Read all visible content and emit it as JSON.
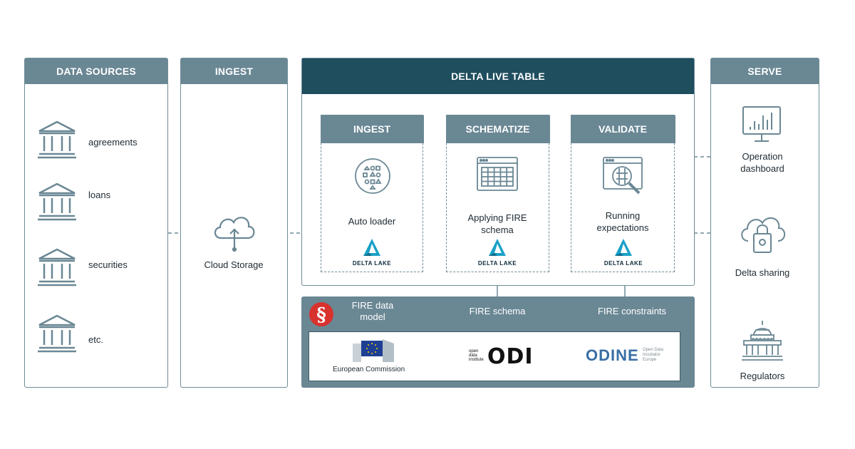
{
  "panels": {
    "data_sources": "DATA SOURCES",
    "ingest": "INGEST",
    "delta_live_table": "DELTA LIVE TABLE",
    "serve": "SERVE"
  },
  "sources": [
    {
      "label": "agreements",
      "icon": "bank-icon"
    },
    {
      "label": "loans",
      "icon": "bank-icon"
    },
    {
      "label": "securities",
      "icon": "bank-icon"
    },
    {
      "label": "etc.",
      "icon": "bank-icon"
    }
  ],
  "ingest_panel": {
    "label": "Cloud Storage",
    "icon": "cloud-upload-icon"
  },
  "stages": [
    {
      "title": "INGEST",
      "label": "Auto loader",
      "icon": "shapes-grid-icon",
      "badge": "DELTA LAKE"
    },
    {
      "title": "SCHEMATIZE",
      "label": "Applying FIRE schema",
      "icon": "table-window-icon",
      "badge": "DELTA LAKE"
    },
    {
      "title": "VALIDATE",
      "label": "Running expectations",
      "icon": "magnifier-window-icon",
      "badge": "DELTA LAKE"
    }
  ],
  "fire": {
    "model_label": "FIRE data model",
    "schema_label": "FIRE schema",
    "constraints_label": "FIRE constraints",
    "logo_icon": "section-sign-icon",
    "logos": {
      "ec": "European Commission",
      "odi_small": "open data institute",
      "odi": "ODI",
      "odine": "ODINE",
      "odine_small": "Open Data Incubator Europe"
    }
  },
  "serve": [
    {
      "label": "Operation dashboard",
      "icon": "monitor-chart-icon"
    },
    {
      "label": "Delta sharing",
      "icon": "cloud-lock-icon"
    },
    {
      "label": "Regulators",
      "icon": "capitol-building-icon"
    }
  ],
  "colors": {
    "header": "#6a8794",
    "dlt_header": "#1f4e5f",
    "border": "#6f8c98",
    "delta_logo": "#1aa1c7",
    "fire_red": "#d8322f",
    "eu_blue": "#1e3f94",
    "odine_blue": "#3a6ea5"
  }
}
